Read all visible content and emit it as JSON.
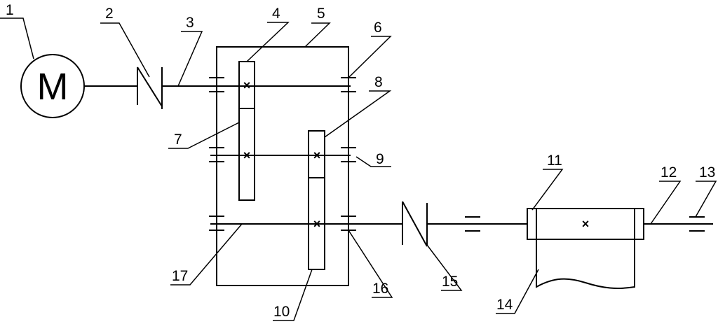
{
  "diagram": {
    "motor_letter": "M",
    "labels": {
      "l1": "1",
      "l2": "2",
      "l3": "3",
      "l4": "4",
      "l5": "5",
      "l6": "6",
      "l7": "7",
      "l8": "8",
      "l9": "9",
      "l10": "10",
      "l11": "11",
      "l12": "12",
      "l13": "13",
      "l14": "14",
      "l15": "15",
      "l16": "16",
      "l17": "17"
    },
    "axis_mark": "×"
  }
}
